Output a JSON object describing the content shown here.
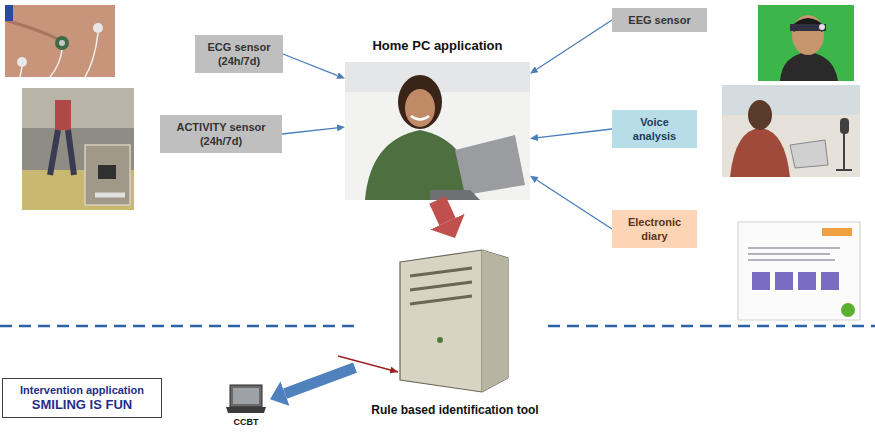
{
  "diagram": {
    "nodes": [
      {
        "text": [
          "ECG sensor (24h/7d)"
        ]
      },
      {
        "text": [
          "Home PC application"
        ]
      },
      {
        "text": [
          "EEG sensor"
        ]
      },
      {
        "text": [
          "ACTIVITY sensor (24h/7d)"
        ]
      },
      {
        "text": [
          "Voice analysis"
        ]
      },
      {
        "text": [
          "Electronic diary"
        ]
      },
      {
        "text": [
          "Rule based identification tool"
        ]
      },
      {
        "text": [
          "Intervention application",
          "SMILING IS FUN"
        ]
      },
      {
        "text": [
          "CCBT"
        ]
      }
    ],
    "edges": [
      {
        "from": 0,
        "to": 1,
        "arrow": "to"
      },
      {
        "from": 2,
        "to": 1,
        "arrow": "to"
      },
      {
        "from": 3,
        "to": 1,
        "arrow": "to"
      },
      {
        "from": 4,
        "to": 1,
        "arrow": "to"
      },
      {
        "from": 5,
        "to": 1,
        "arrow": "to"
      },
      {
        "from": 1,
        "to": 6,
        "arrow": "to"
      },
      {
        "from": 6,
        "to": 8,
        "arrow": "to"
      }
    ]
  }
}
